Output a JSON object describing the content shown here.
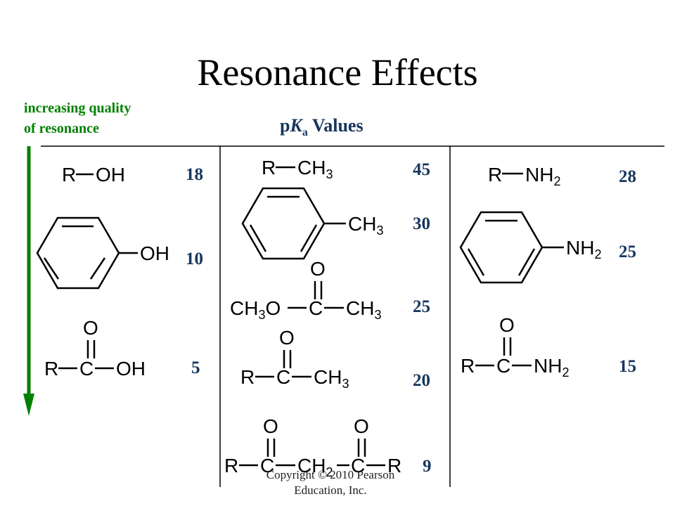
{
  "title": "Resonance Effects",
  "gradient_label": {
    "line1": "increasing quality",
    "line2": "of resonance"
  },
  "header": {
    "p": "p",
    "K": "K",
    "a": "a",
    "values": " Values"
  },
  "pka_values": {
    "alcohol": "18",
    "phenol": "10",
    "carboxylic_acid": "5",
    "alkane": "45",
    "toluene": "30",
    "ester": "25",
    "ketone": "20",
    "diketone": "9",
    "amine": "28",
    "aniline": "25",
    "amide": "15"
  },
  "atoms": {
    "R": "R",
    "OH": "OH",
    "O": "O",
    "C": "C",
    "CH": "CH",
    "NH": "NH",
    "CH3O": "CH",
    "CH2": "CH",
    "sub3": "3",
    "sub2": "2",
    "O_after3": "O"
  },
  "copyright": {
    "line1": "Copyright © 2010 Pearson",
    "line2": "Education, Inc."
  },
  "colors": {
    "arrow": "#008000",
    "numbers": "#17365d",
    "text": "#000000"
  }
}
